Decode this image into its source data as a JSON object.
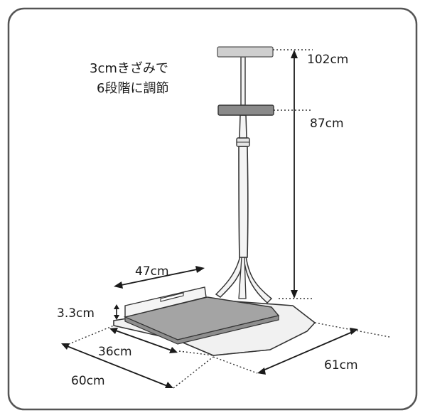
{
  "note": {
    "line1": "3cmきざみで",
    "line2": "6段階に調節"
  },
  "dimensions": {
    "height_max": "102cm",
    "height_min": "87cm",
    "width_top": "47cm",
    "step_height": "3.3cm",
    "depth_top": "36cm",
    "base_depth": "60cm",
    "base_width": "61cm"
  },
  "colors": {
    "frame": "#555555",
    "handle_high": "#cfcfcf",
    "handle_low": "#8a8a8a",
    "platform_top": "#a4a4a4",
    "base": "#f1f1f1",
    "line": "#222222"
  }
}
